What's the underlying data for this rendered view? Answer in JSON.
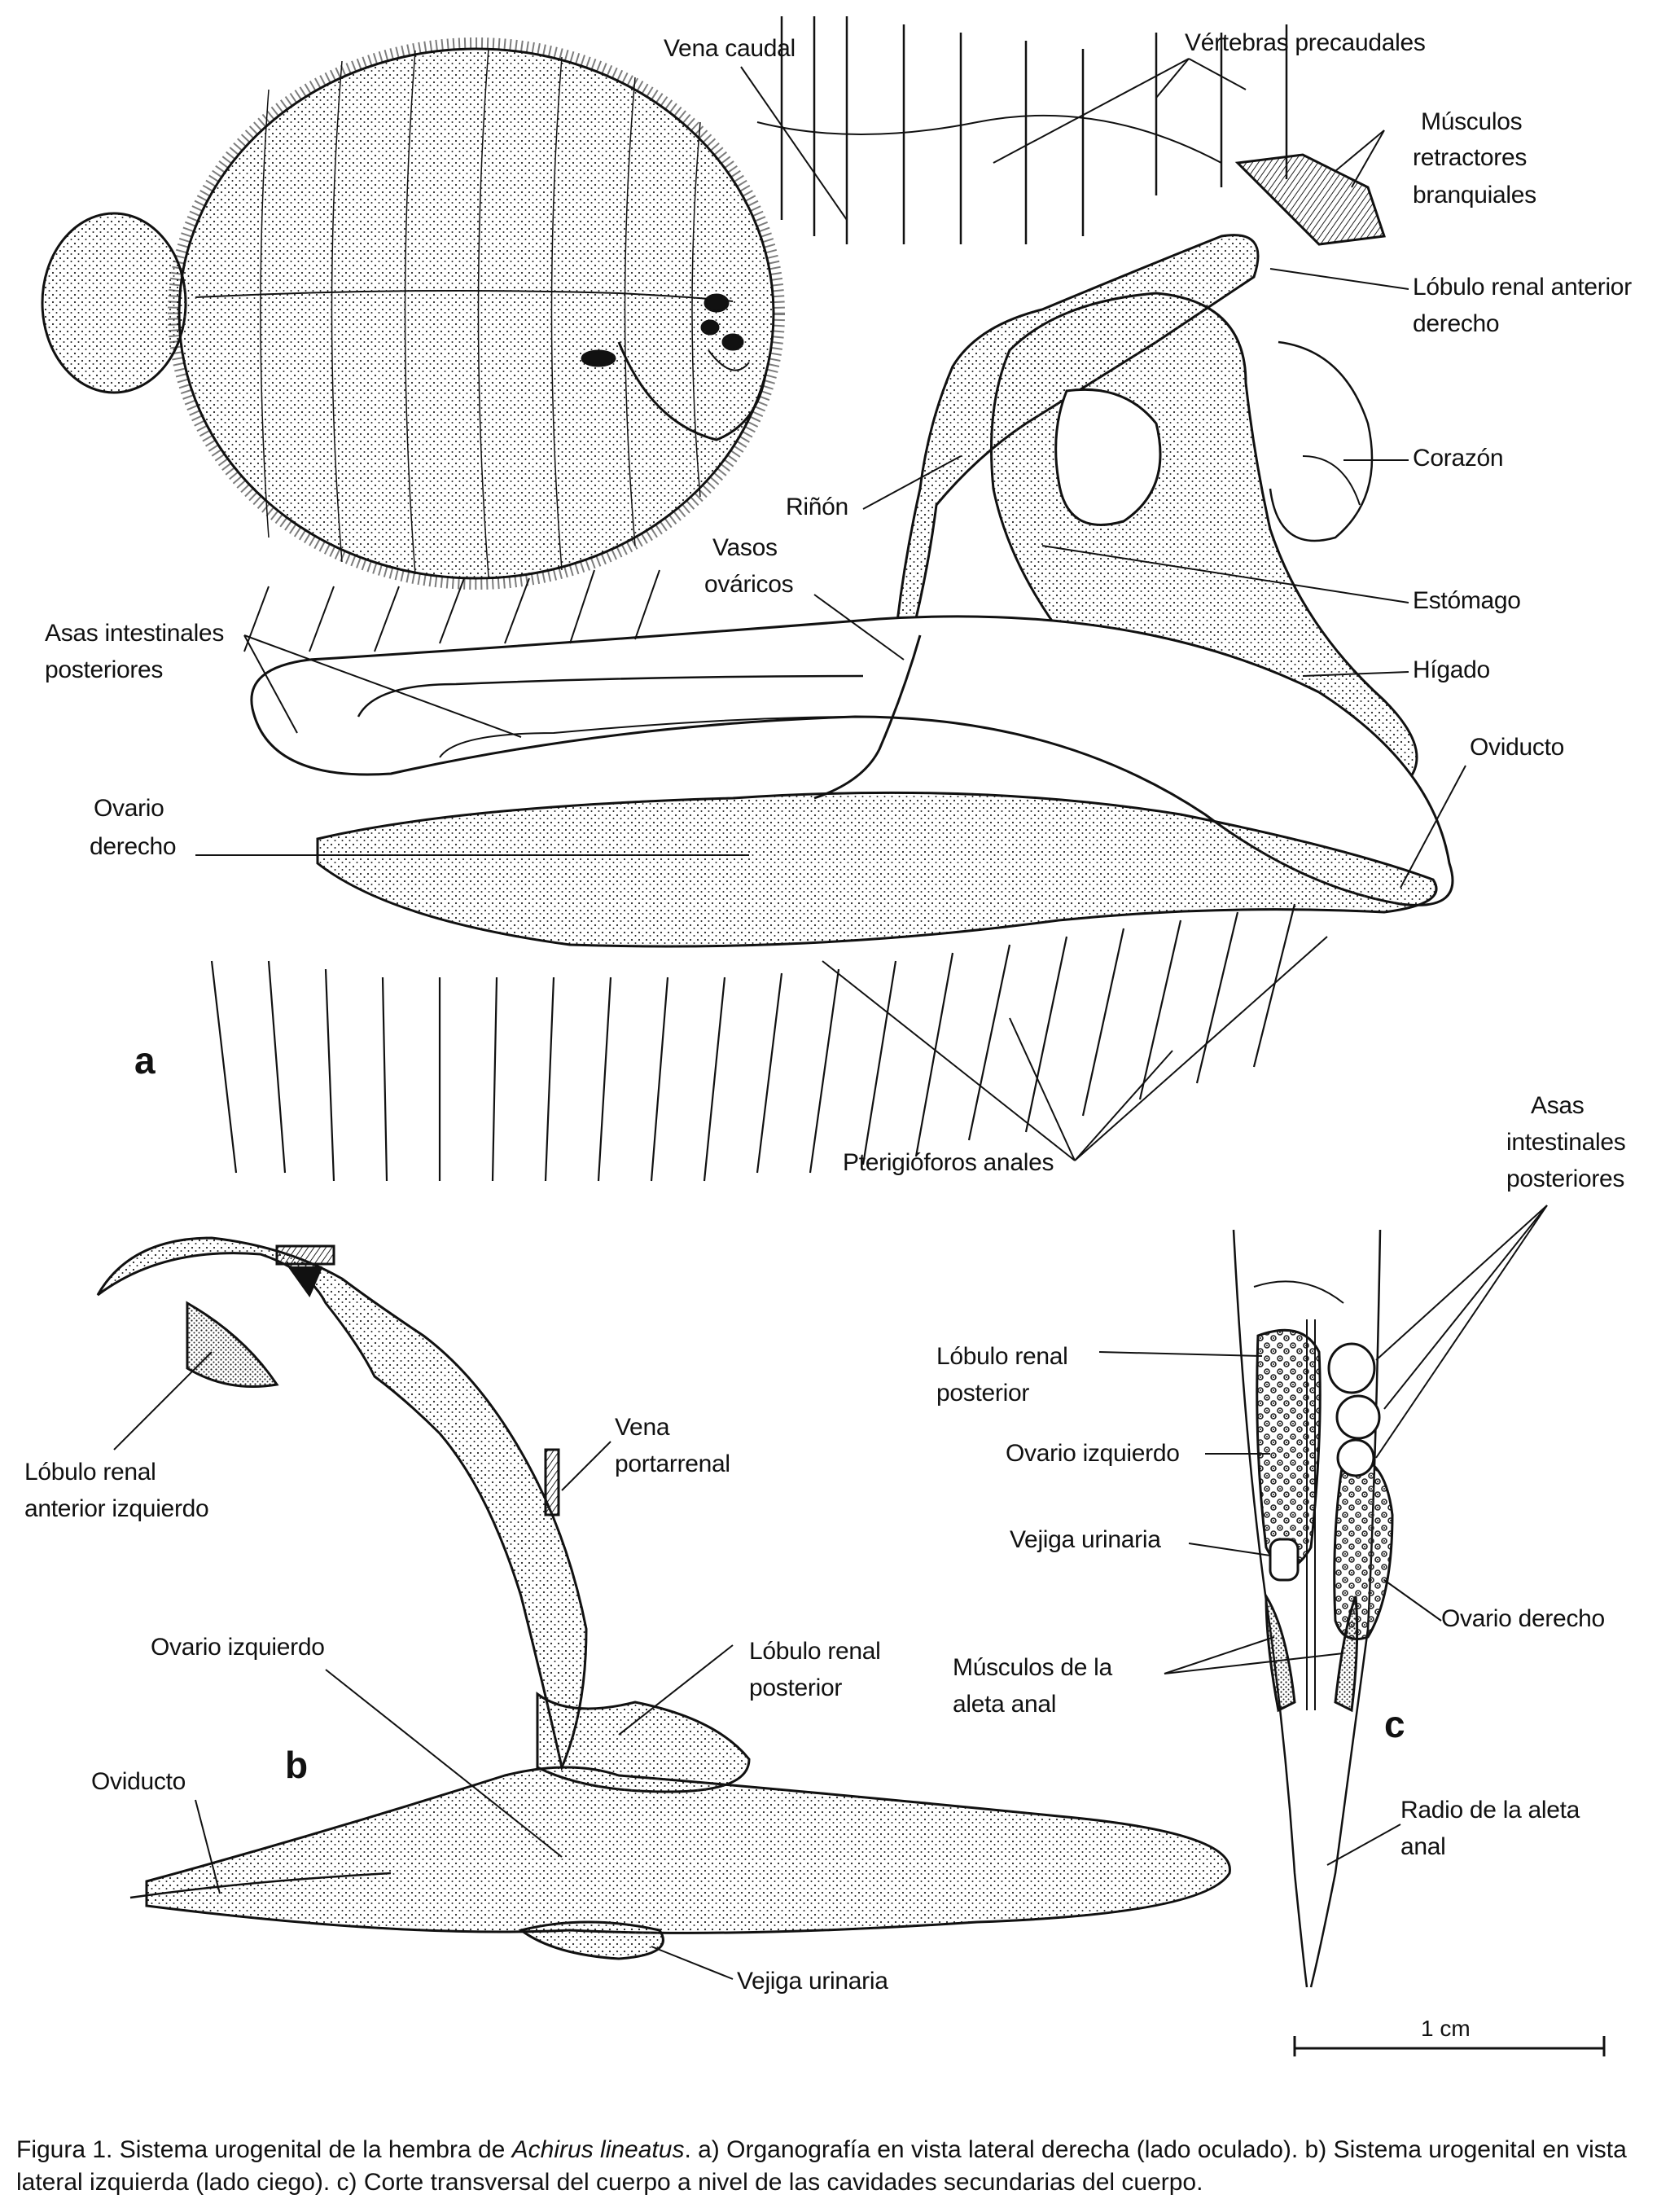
{
  "panels": {
    "a": "a",
    "b": "b",
    "c": "c"
  },
  "labels_a": {
    "vena_caudal": "Vena caudal",
    "vertebras": "Vértebras precaudales",
    "musculos_1": "Músculos",
    "musculos_2": "retractores",
    "musculos_3": "branquiales",
    "lobulo_ant_der_1": "Lóbulo renal anterior",
    "lobulo_ant_der_2": "derecho",
    "corazon": "Corazón",
    "rinon": "Riñón",
    "vasos_1": "Vasos",
    "vasos_2": "ováricos",
    "estomago": "Estómago",
    "asas_1": "Asas intestinales",
    "asas_2": "posteriores",
    "higado": "Hígado",
    "oviducto": "Oviducto",
    "ovario_der_1": "Ovario",
    "ovario_der_2": "derecho",
    "pterigioforos": "Pterigióforos anales"
  },
  "labels_b": {
    "lobulo_ant_izq_1": "Lóbulo renal",
    "lobulo_ant_izq_2": "anterior izquierdo",
    "vena_port_1": "Vena",
    "vena_port_2": "portarrenal",
    "ovario_izq": "Ovario izquierdo",
    "lobulo_post_1": "Lóbulo renal",
    "lobulo_post_2": "posterior",
    "oviducto": "Oviducto",
    "vejiga": "Vejiga urinaria"
  },
  "labels_c": {
    "asas_1": "Asas",
    "asas_2": "intestinales",
    "asas_3": "posteriores",
    "lobulo_post_1": "Lóbulo renal",
    "lobulo_post_2": "posterior",
    "ovario_izq": "Ovario izquierdo",
    "vejiga": "Vejiga urinaria",
    "ovario_der": "Ovario derecho",
    "musculos_1": "Músculos de la",
    "musculos_2": "aleta anal",
    "radio_1": "Radio de la aleta",
    "radio_2": "anal"
  },
  "scale": "1 cm",
  "caption": {
    "part1": "Figura 1. Sistema urogenital de la hembra de ",
    "species": "Achirus lineatus",
    "part2": ". a) Organografía en vista lateral derecha (lado oculado). b) Sistema urogenital en vista lateral izquierda (lado ciego). c) Corte transversal del cuerpo a nivel de las cavidades secundarias del cuerpo."
  },
  "colors": {
    "ink": "#111111",
    "stipple": "#2a2a2a",
    "paper": "#ffffff"
  }
}
